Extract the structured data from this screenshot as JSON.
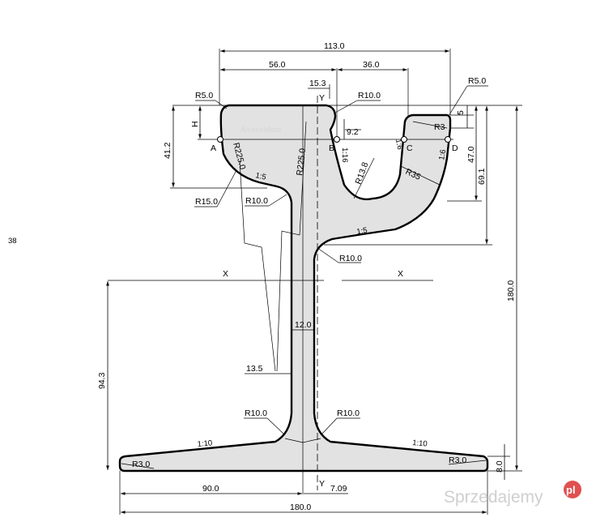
{
  "page_number": "38",
  "labels": {
    "d113": "113.0",
    "d56": "56.0",
    "d36": "36.0",
    "d15_3": "15.3",
    "r5_left": "R5.0",
    "r5_right": "R5.0",
    "r10_top": "R10.0",
    "r3_top": "R3",
    "d5": "5",
    "h": "H",
    "d41_2": "41.2",
    "d9_2": "9.2",
    "pt_a": "A",
    "pt_b": "B",
    "pt_c": "C",
    "pt_d": "D",
    "r225_a": "R225.0",
    "r225_b": "R225.0",
    "slope_b": "1:16",
    "slope_c": "1:6",
    "slope_d": "1:6",
    "d47": "47.0",
    "d69_1": "69.1",
    "r13_8": "R13.8",
    "r35": "R35",
    "slope_head": "1:5",
    "r15": "R15.0",
    "r10_web_left": "R10.0",
    "slope_flange": "1:5",
    "r10_web_right": "R10.0",
    "axis_x_left": "X",
    "axis_x_right": "X",
    "axis_y_top": "Y",
    "axis_y_bottom": "Y",
    "d12": "12.0",
    "d180_h": "180.0",
    "d94_3": "94.3",
    "d13_5": "13.5",
    "r10_foot_left": "R10.0",
    "r10_foot_right": "R10.0",
    "slope_foot_left": "1:10",
    "slope_foot_right": "1:10",
    "r3_foot_left": "R3.0",
    "r3_foot_right": "R3.0",
    "d8": "8.0",
    "d90": "90.0",
    "d7_09": "7.09",
    "d180_w": "180.0"
  },
  "brand_mark": "ArcelorMittal",
  "watermark": {
    "text": "Sprzedajemy",
    "logo": "pl"
  }
}
